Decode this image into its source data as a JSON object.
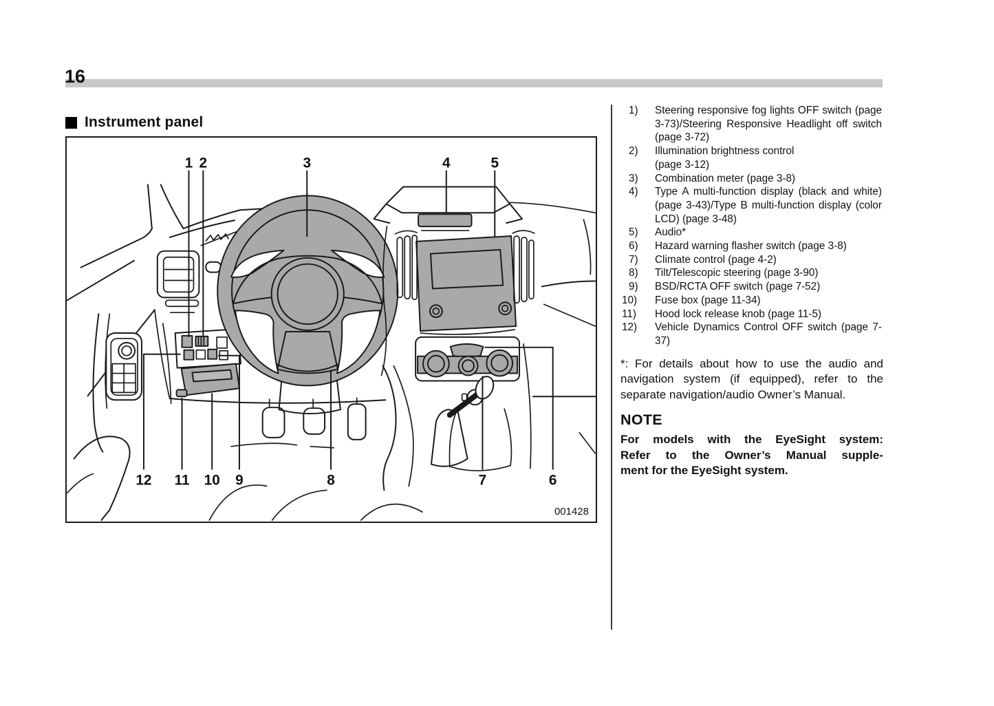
{
  "page": {
    "number": "16"
  },
  "section": {
    "title": "Instrument panel"
  },
  "figure": {
    "code": "001428",
    "callouts": [
      "1",
      "2",
      "3",
      "4",
      "5",
      "6",
      "7",
      "8",
      "9",
      "10",
      "11",
      "12"
    ]
  },
  "legend": {
    "items": [
      {
        "num": "1)",
        "text": "Steering responsive fog lights OFF switch (page 3-73)/Steering Responsive Headlight off switch (page 3-72)"
      },
      {
        "num": "2)",
        "text": "Illumination brightness control\n(page 3-12)"
      },
      {
        "num": "3)",
        "text": "Combination meter (page 3-8)"
      },
      {
        "num": "4)",
        "text": "Type A multi-function display (black and white) (page 3-43)/Type B multi-function display (color LCD) (page 3-48)"
      },
      {
        "num": "5)",
        "text": "Audio*"
      },
      {
        "num": "6)",
        "text": "Hazard warning flasher switch (page 3-8)"
      },
      {
        "num": "7)",
        "text": "Climate control (page 4-2)"
      },
      {
        "num": "8)",
        "text": "Tilt/Telescopic steering (page 3-90)"
      },
      {
        "num": "9)",
        "text": "BSD/RCTA OFF switch (page 7-52)"
      },
      {
        "num": "10)",
        "text": "Fuse box (page 11-34)"
      },
      {
        "num": "11)",
        "text": "Hood lock release knob (page 11-5)"
      },
      {
        "num": "12)",
        "text": "Vehicle Dynamics Control OFF switch (page 7-37)"
      }
    ]
  },
  "footnote": {
    "text": "*: For details about how to use the audio and navigation system (if equipped), refer to the separate navigation/audio Owner’s Manual."
  },
  "note": {
    "heading": "NOTE",
    "lines": [
      "For models with the EyeSight system:",
      "Refer to the Owner’s Manual supple-",
      "ment for the EyeSight system."
    ]
  }
}
